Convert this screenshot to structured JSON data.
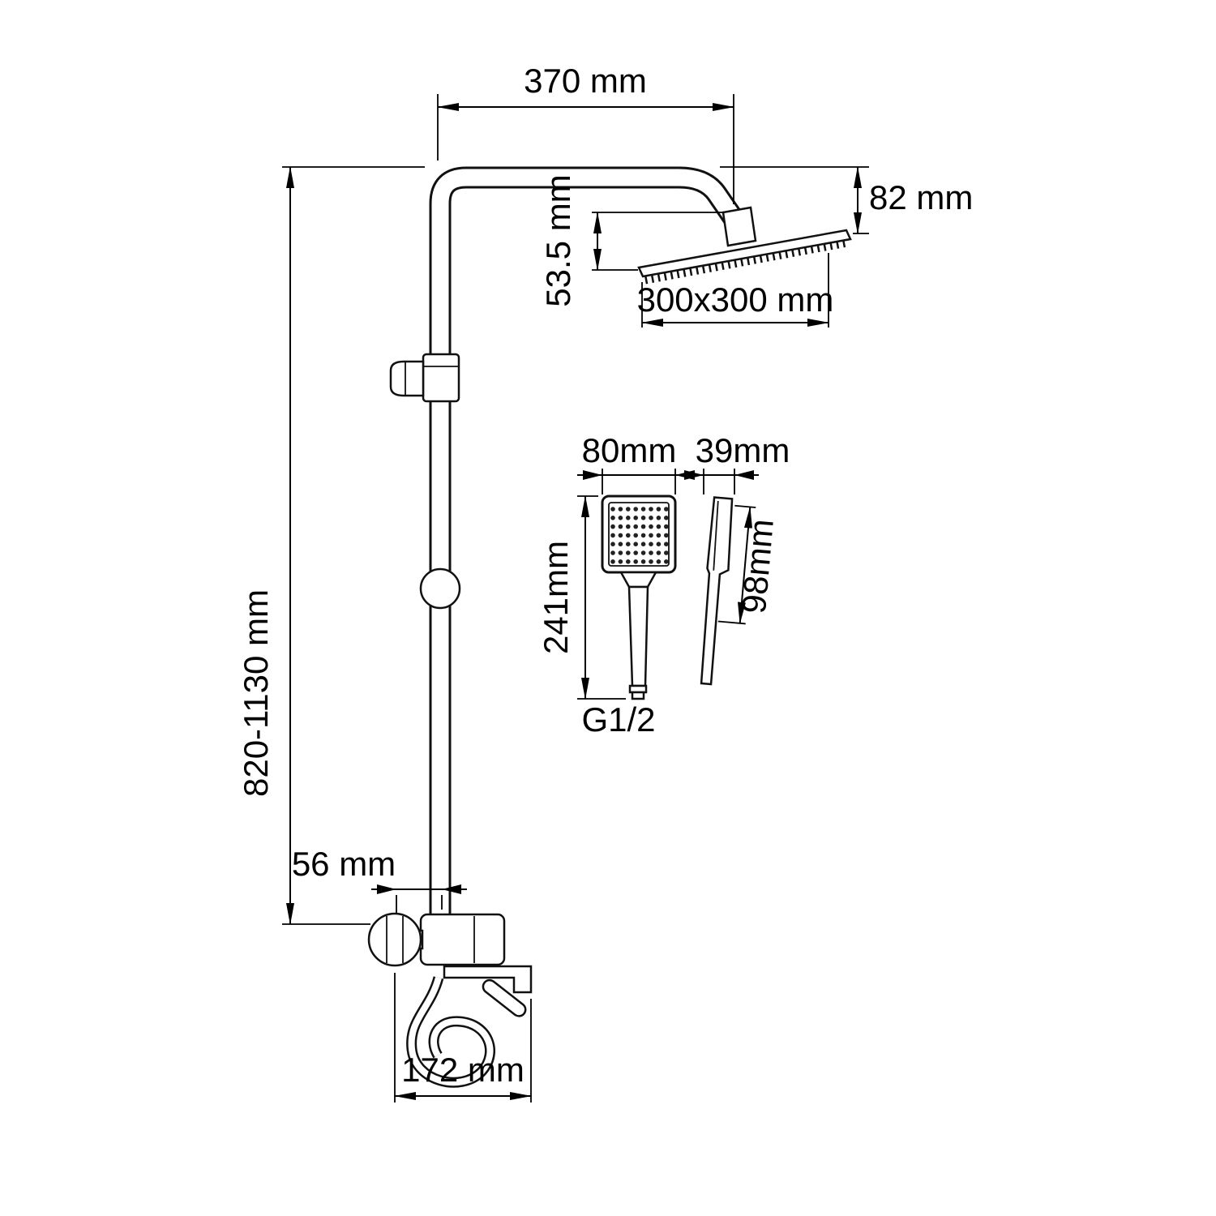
{
  "diagram": {
    "dimensions": {
      "top_arm_width": "370 mm",
      "head_height_drop": "82 mm",
      "head_vertical_offset": "53.5 mm",
      "rain_head_size": "300x300 mm",
      "riser_height_range": "820-1130 mm",
      "handshower_head_width": "80mm",
      "handshower_side_width": "39mm",
      "handshower_length": "241mm",
      "handshower_side_length": "98mm",
      "connection_thread": "G1/2",
      "mixer_offset": "56 mm",
      "spout_reach": "172 mm"
    }
  }
}
